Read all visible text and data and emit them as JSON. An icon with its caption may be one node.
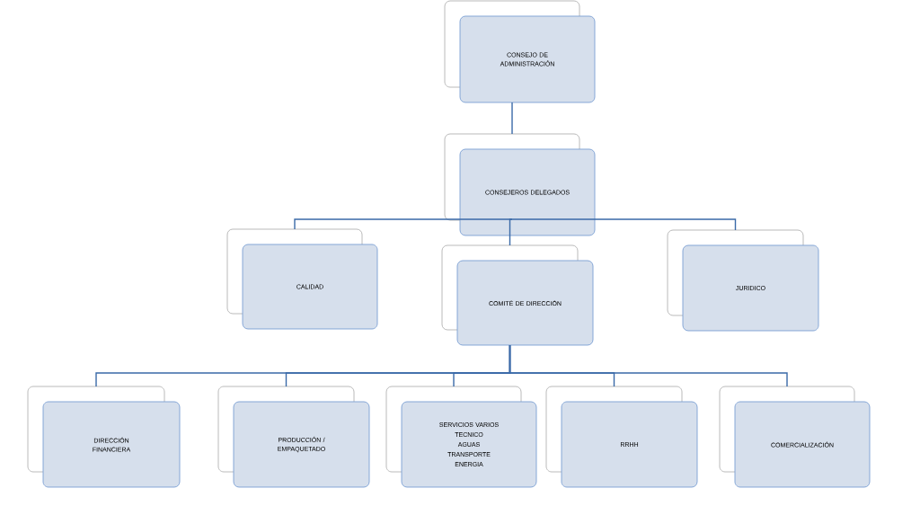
{
  "diagram": {
    "nodes": [
      {
        "text": [
          "CONSEJO DE ADMINISTRACIÓN"
        ]
      },
      {
        "text": [
          "CONSEJEROS DELEGADOS"
        ]
      },
      {
        "text": [
          "CALIDAD"
        ]
      },
      {
        "text": [
          "COMITÉ DE DIRECCIÓN"
        ]
      },
      {
        "text": [
          "JURIDICO"
        ]
      },
      {
        "text": [
          "DIRECCIÓN FINANCIERA"
        ]
      },
      {
        "text": [
          "PRODUCCIÓN / EMPAQUETADO"
        ]
      },
      {
        "text": [
          "SERVICIOS VARIOS",
          "TECNICO",
          "AGUAS",
          "TRANSPORTE",
          "ENERGIA"
        ]
      },
      {
        "text": [
          "RRHH"
        ]
      },
      {
        "text": [
          "COMERCIALIZACIÓN"
        ]
      }
    ],
    "edges": [
      {
        "from": 0,
        "to": 1,
        "arrow": "none"
      },
      {
        "from": 1,
        "to": 2,
        "arrow": "none"
      },
      {
        "from": 1,
        "to": 3,
        "arrow": "none"
      },
      {
        "from": 1,
        "to": 4,
        "arrow": "none"
      },
      {
        "from": 3,
        "to": 5,
        "arrow": "none"
      },
      {
        "from": 3,
        "to": 6,
        "arrow": "none"
      },
      {
        "from": 3,
        "to": 7,
        "arrow": "none"
      },
      {
        "from": 3,
        "to": 8,
        "arrow": "none"
      },
      {
        "from": 3,
        "to": 9,
        "arrow": "none"
      }
    ]
  }
}
